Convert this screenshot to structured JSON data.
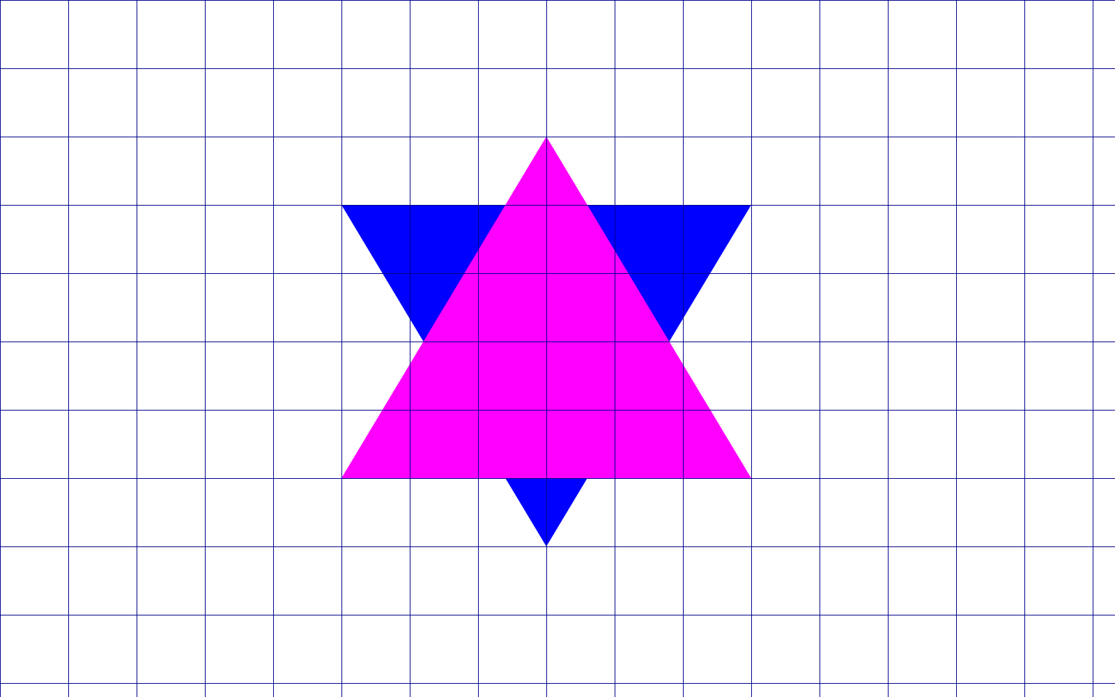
{
  "diagram": {
    "grid": {
      "visible": true,
      "cell_size_units": 1,
      "columns": 16,
      "rows": 10,
      "line_color": "#00008B",
      "background_color": "#ffffff"
    },
    "shapes": [
      {
        "name": "downward-triangle",
        "fill": "#0000FF",
        "points": [
          [
            5,
            3
          ],
          [
            11,
            3
          ],
          [
            8,
            8
          ]
        ]
      },
      {
        "name": "upward-triangle",
        "fill": "#FF00FF",
        "points": [
          [
            8,
            2
          ],
          [
            11,
            7
          ],
          [
            5,
            7
          ]
        ]
      }
    ]
  }
}
